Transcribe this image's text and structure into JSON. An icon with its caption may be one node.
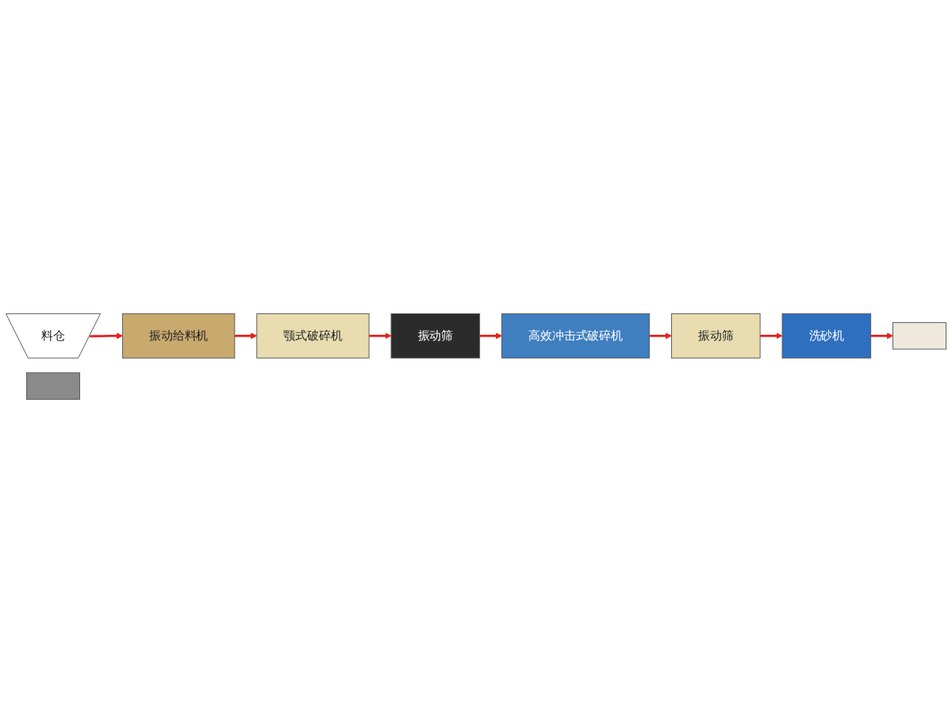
{
  "diagram": {
    "nodes": [
      {
        "text": [
          "料仓"
        ]
      },
      {
        "text": [
          "振动给料机"
        ]
      },
      {
        "text": [
          "颚式破碎机"
        ]
      },
      {
        "text": [
          "振动筛"
        ]
      },
      {
        "text": [
          "高效冲击式破碎机"
        ]
      },
      {
        "text": [
          "振动筛"
        ]
      },
      {
        "text": [
          "洗砂机"
        ]
      },
      {
        "text": [],
        "shape": "box"
      },
      {
        "text": [],
        "shape": "box"
      }
    ],
    "edges": [
      {
        "from": 0,
        "to": 1,
        "arrow": "to",
        "color": "#e8201c"
      },
      {
        "from": 1,
        "to": 2,
        "arrow": "to",
        "color": "#e8201c"
      },
      {
        "from": 2,
        "to": 3,
        "arrow": "to",
        "color": "#e8201c"
      },
      {
        "from": 3,
        "to": 4,
        "arrow": "to",
        "color": "#e8201c"
      },
      {
        "from": 4,
        "to": 5,
        "arrow": "to",
        "color": "#e8201c"
      },
      {
        "from": 5,
        "to": 6,
        "arrow": "to",
        "color": "#e8201c"
      },
      {
        "from": 6,
        "to": 7,
        "arrow": "to",
        "color": "#e8201c"
      }
    ]
  }
}
